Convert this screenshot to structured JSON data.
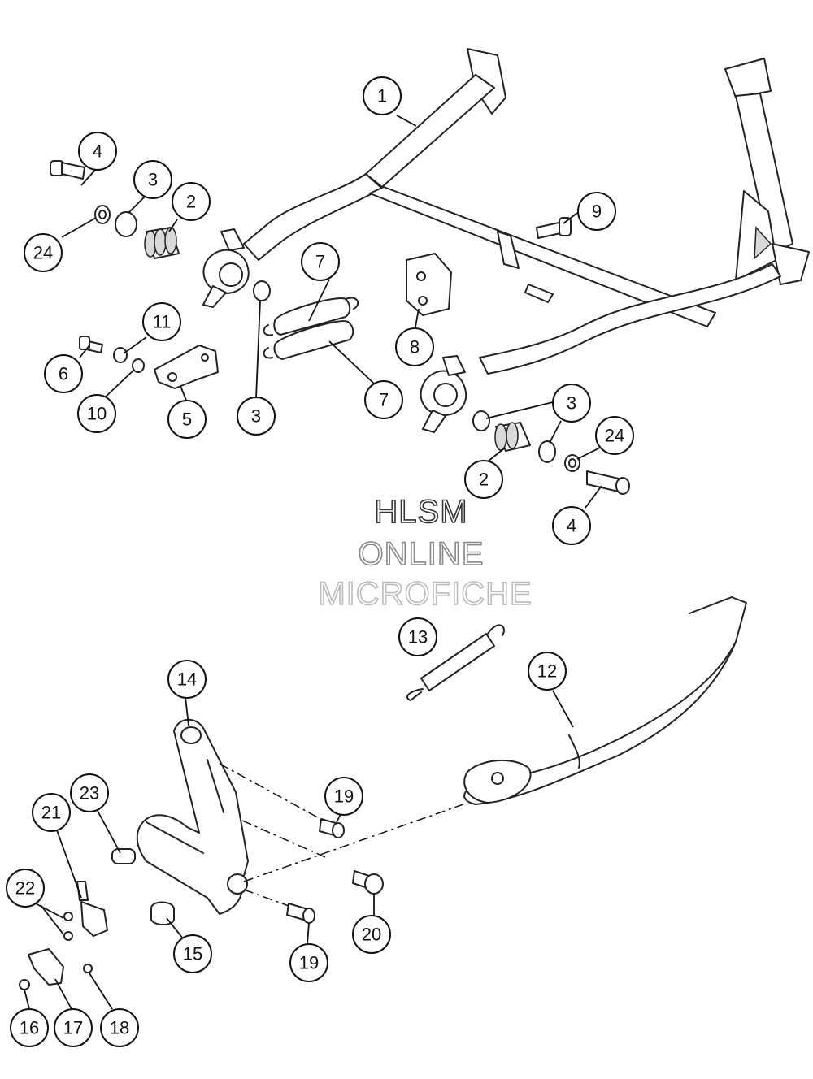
{
  "watermark": {
    "line1": "HLSM",
    "line2": "ONLINE",
    "line3": "MICROFICHE",
    "line1_color": "#333333",
    "line2_color": "#888888",
    "line3_color": "#bbbbbb"
  },
  "callouts": [
    {
      "id": "c1",
      "label": "1"
    },
    {
      "id": "c2a",
      "label": "2"
    },
    {
      "id": "c2b",
      "label": "2"
    },
    {
      "id": "c3a",
      "label": "3"
    },
    {
      "id": "c3b",
      "label": "3"
    },
    {
      "id": "c3c",
      "label": "3"
    },
    {
      "id": "c4a",
      "label": "4"
    },
    {
      "id": "c4b",
      "label": "4"
    },
    {
      "id": "c5",
      "label": "5"
    },
    {
      "id": "c6",
      "label": "6"
    },
    {
      "id": "c7a",
      "label": "7"
    },
    {
      "id": "c7b",
      "label": "7"
    },
    {
      "id": "c8",
      "label": "8"
    },
    {
      "id": "c9",
      "label": "9"
    },
    {
      "id": "c10",
      "label": "10"
    },
    {
      "id": "c11",
      "label": "11"
    },
    {
      "id": "c12",
      "label": "12"
    },
    {
      "id": "c13",
      "label": "13"
    },
    {
      "id": "c14",
      "label": "14"
    },
    {
      "id": "c15",
      "label": "15"
    },
    {
      "id": "c16",
      "label": "16"
    },
    {
      "id": "c17",
      "label": "17"
    },
    {
      "id": "c18",
      "label": "18"
    },
    {
      "id": "c19a",
      "label": "19"
    },
    {
      "id": "c19b",
      "label": "19"
    },
    {
      "id": "c20",
      "label": "20"
    },
    {
      "id": "c21",
      "label": "21"
    },
    {
      "id": "c22",
      "label": "22"
    },
    {
      "id": "c23",
      "label": "23"
    },
    {
      "id": "c24a",
      "label": "24"
    },
    {
      "id": "c24b",
      "label": "24"
    }
  ]
}
